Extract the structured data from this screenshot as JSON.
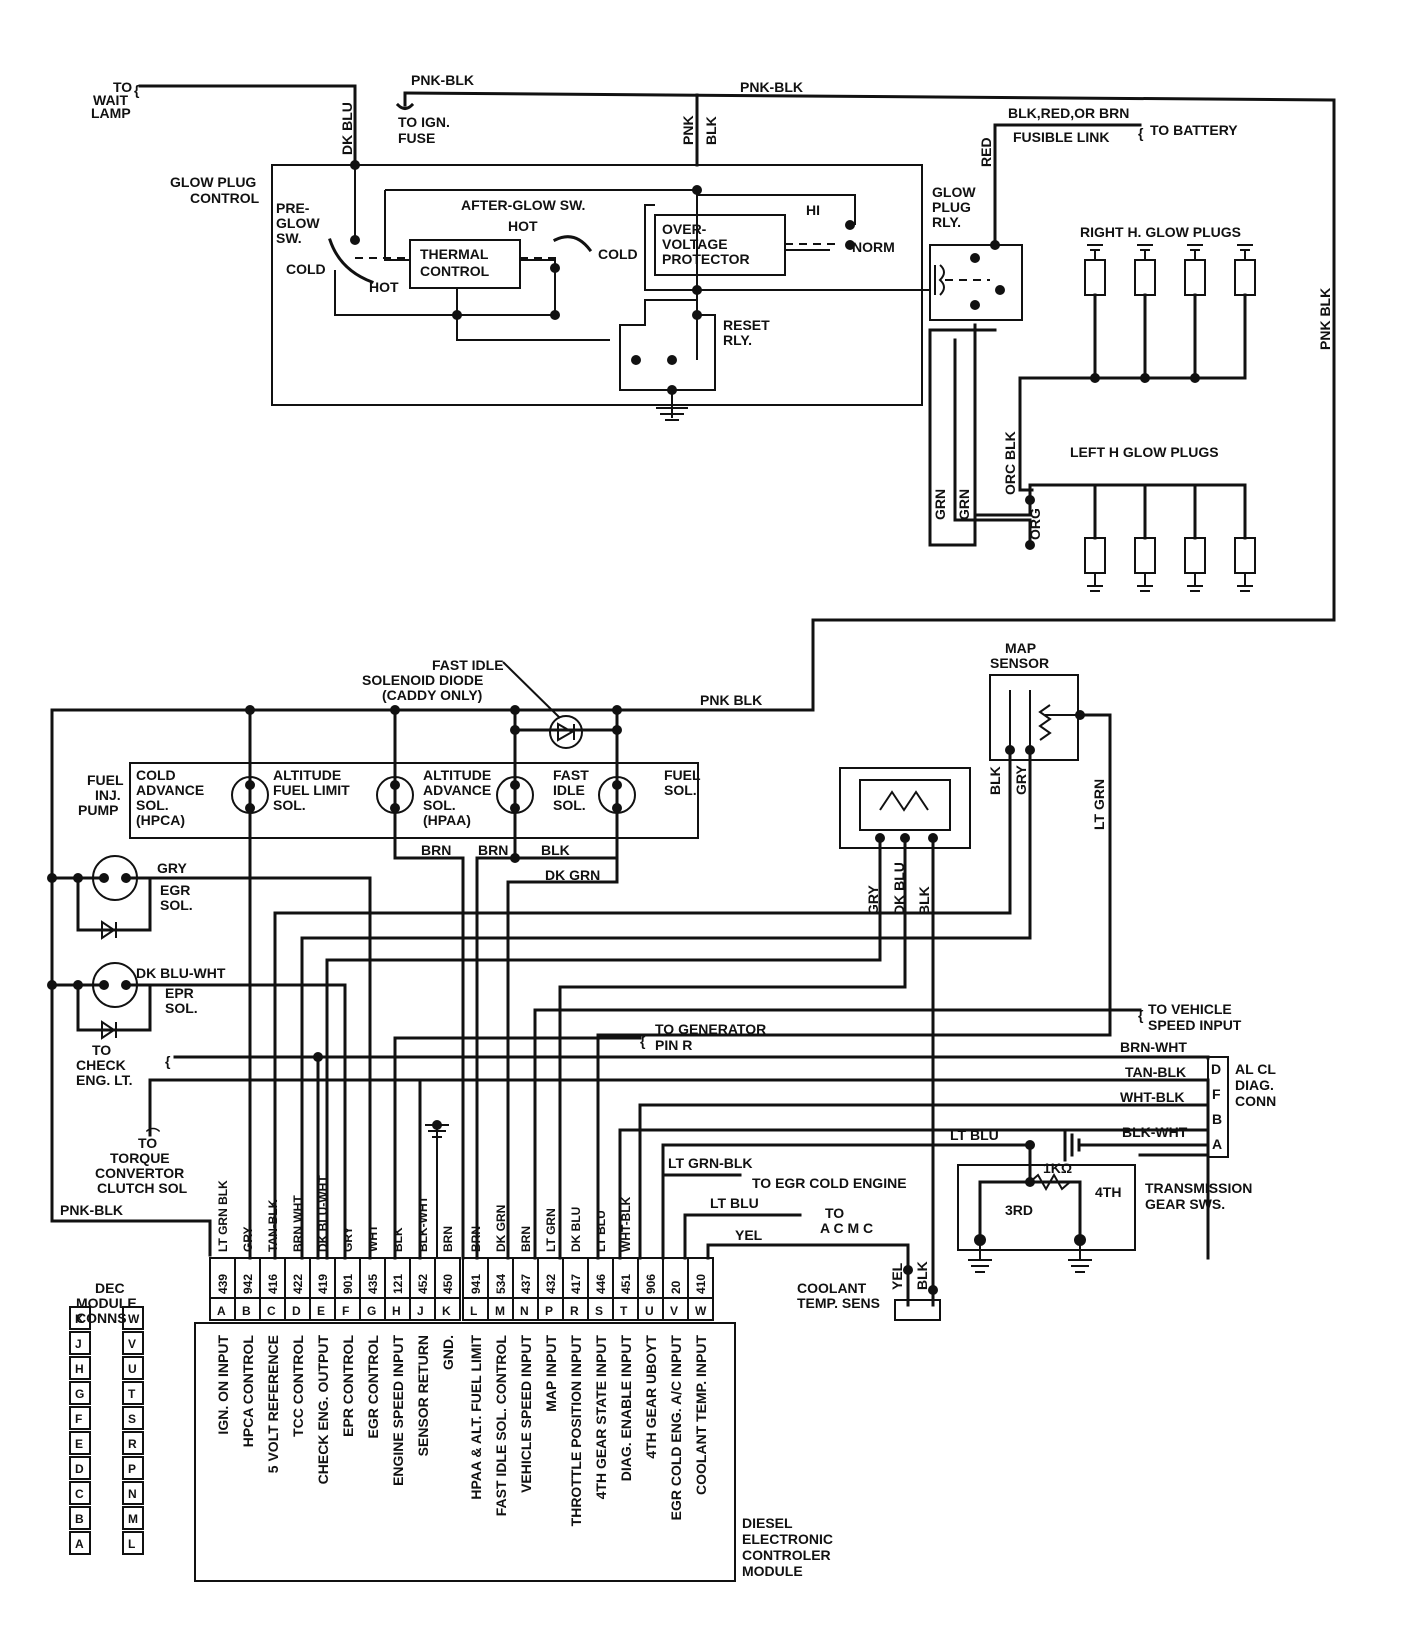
{
  "top_labels": {
    "wait_lamp": [
      "TO",
      "WAIT",
      "LAMP"
    ],
    "pnk_blk_1": "PNK-BLK",
    "pnk_blk_2": "PNK-BLK",
    "ign_fuse": [
      "TO IGN.",
      "FUSE"
    ],
    "dk_blu": "DK BLU",
    "pnk_vert": "PNK",
    "blk_vert": "BLK",
    "battery_wire": "BLK,RED,OR BRN",
    "fusible_link": "FUSIBLE LINK",
    "to_battery": "TO BATTERY",
    "red": "RED",
    "pnk_blk_right": "PNK BLK"
  },
  "glow_plug_control": {
    "title": [
      "GLOW PLUG",
      "CONTROL"
    ],
    "preglow": [
      "PRE-",
      "GLOW",
      "SW."
    ],
    "cold": "COLD",
    "hot": "HOT",
    "after_glow": "AFTER-GLOW SW.",
    "thermal": [
      "THERMAL",
      "CONTROL"
    ],
    "hot2": "HOT",
    "cold2": "COLD",
    "overvoltage": [
      "OVER-",
      "VOLTAGE",
      "PROTECTOR"
    ],
    "hi": "HI",
    "norm": "NORM",
    "reset": [
      "RESET",
      "RLY."
    ],
    "glow_plug_rly": [
      "GLOW",
      "PLUG",
      "RLY."
    ]
  },
  "glow_plugs": {
    "right": "RIGHT H. GLOW PLUGS",
    "left": "LEFT H  GLOW PLUGS",
    "orc_blk": "ORC BLK",
    "org": "ORG",
    "grn1": "GRN",
    "grn2": "GRN"
  },
  "fuel_pump": {
    "pump_label": [
      "FUEL",
      "INJ.",
      "PUMP"
    ],
    "cold_adv": [
      "COLD",
      "ADVANCE",
      "SOL.",
      "(HPCA)"
    ],
    "alt_fuel": [
      "ALTITUDE",
      "FUEL LIMIT",
      "SOL."
    ],
    "alt_adv": [
      "ALTITUDE",
      "ADVANCE",
      "SOL.",
      "(HPAA)"
    ],
    "fast_idle": [
      "FAST",
      "IDLE",
      "SOL."
    ],
    "fuel_sol": [
      "FUEL",
      "SOL."
    ],
    "diode_note": [
      "FAST IDLE",
      "SOLENOID DIODE",
      "(CADDY ONLY)"
    ],
    "pnk_blk": "PNK BLK",
    "brn1": "BRN",
    "brn2": "BRN",
    "blk": "BLK",
    "dk_grn": "DK GRN"
  },
  "map_sensor": {
    "title": [
      "MAP",
      "SENSOR"
    ],
    "blk": "BLK",
    "gry": "GRY",
    "lt_grn": "LT GRN"
  },
  "tps": {
    "gry": "GRY",
    "dk_blu": "DK BLU",
    "blk": "BLK"
  },
  "solenoids": {
    "gry": "GRY",
    "egr": [
      "EGR",
      "SOL."
    ],
    "dk_blu_wht": "DK BLU-WHT",
    "epr": [
      "EPR",
      "SOL."
    ]
  },
  "side_labels": {
    "check_eng": [
      "TO",
      "CHECK",
      "ENG. LT."
    ],
    "torque": [
      "TO",
      "TORQUE",
      "CONVERTOR",
      "CLUTCH SOL"
    ],
    "generator": [
      "TO GENERATOR",
      "PIN R"
    ],
    "vehicle_speed": [
      "TO VEHICLE",
      "SPEED INPUT"
    ],
    "pnk_blk": "PNK-BLK"
  },
  "diag_conn": {
    "wires": [
      "BRN-WHT",
      "TAN-BLK",
      "WHT-BLK",
      "BLK-WHT"
    ],
    "pins": [
      "D",
      "F",
      "B",
      "A"
    ],
    "title": [
      "AL CL",
      "DIAG.",
      "CONN"
    ]
  },
  "transmission": {
    "lt_blu": "LT BLU",
    "title": [
      "TRANSMISSION",
      "GEAR SWS."
    ],
    "third": "3RD",
    "fourth": "4TH",
    "resistor": "1KΩ"
  },
  "lower_labels": {
    "lt_grn_blk": "LT GRN-BLK",
    "egr_cold": "TO EGR COLD ENGINE",
    "lt_blu": "LT BLU",
    "to_acmc": [
      "TO",
      "A C M C"
    ],
    "yel": "YEL",
    "coolant": [
      "COOLANT",
      "TEMP. SENS"
    ],
    "yel2": "YEL",
    "blk2": "BLK"
  },
  "dec_module": {
    "conn_title": [
      "DEC",
      "MODULE",
      "CONNS"
    ],
    "left_wire_colors": [
      "LT GRN BLK",
      "GRY",
      "TAN-BLK",
      "BRN WHT",
      "DK BLU-WHT",
      "GRY",
      "WHT",
      "BLK",
      "BLK-WHT",
      "BRN"
    ],
    "left_circuits": [
      "439",
      "942",
      "416",
      "422",
      "419",
      "901",
      "435",
      "121",
      "452",
      "450"
    ],
    "left_pins": [
      "A",
      "B",
      "C",
      "D",
      "E",
      "F",
      "G",
      "H",
      "J",
      "K"
    ],
    "left_functions": [
      "IGN. ON INPUT",
      "HPCA CONTROL",
      "5 VOLT REFERENCE",
      "TCC CONTROL",
      "CHECK ENG. OUTPUT",
      "EPR CONTROL",
      "EGR CONTROL",
      "ENGINE SPEED INPUT",
      "SENSOR RETURN",
      "GND."
    ],
    "right_wire_colors": [
      "BRN",
      "DK GRN",
      "BRN",
      "LT GRN",
      "DK BLU",
      "LT BLU",
      "WHT-BLK"
    ],
    "right_circuits": [
      "941",
      "534",
      "437",
      "432",
      "417",
      "446",
      "451",
      "906",
      "20",
      "410"
    ],
    "right_pins": [
      "L",
      "M",
      "N",
      "P",
      "R",
      "S",
      "T",
      "U",
      "V",
      "W"
    ],
    "right_functions": [
      "HPAA & ALT. FUEL LIMIT",
      "FAST IDLE SOL. CONTROL",
      "VEHICLE SPEED INPUT",
      "MAP INPUT",
      "THROTTLE POSITION INPUT",
      "4TH GEAR STATE INPUT",
      "DIAG. ENABLE INPUT",
      "4TH GEAR UBOYT",
      "EGR COLD ENG. A/C INPUT",
      "COOLANT TEMP. INPUT"
    ],
    "module_label": [
      "DIESEL",
      "ELECTRONIC",
      "CONTROLER",
      "MODULE"
    ],
    "legend_left": [
      "K",
      "J",
      "H",
      "G",
      "F",
      "E",
      "D",
      "C",
      "B",
      "A"
    ],
    "legend_right": [
      "W",
      "V",
      "U",
      "T",
      "S",
      "R",
      "P",
      "N",
      "M",
      "L"
    ]
  }
}
